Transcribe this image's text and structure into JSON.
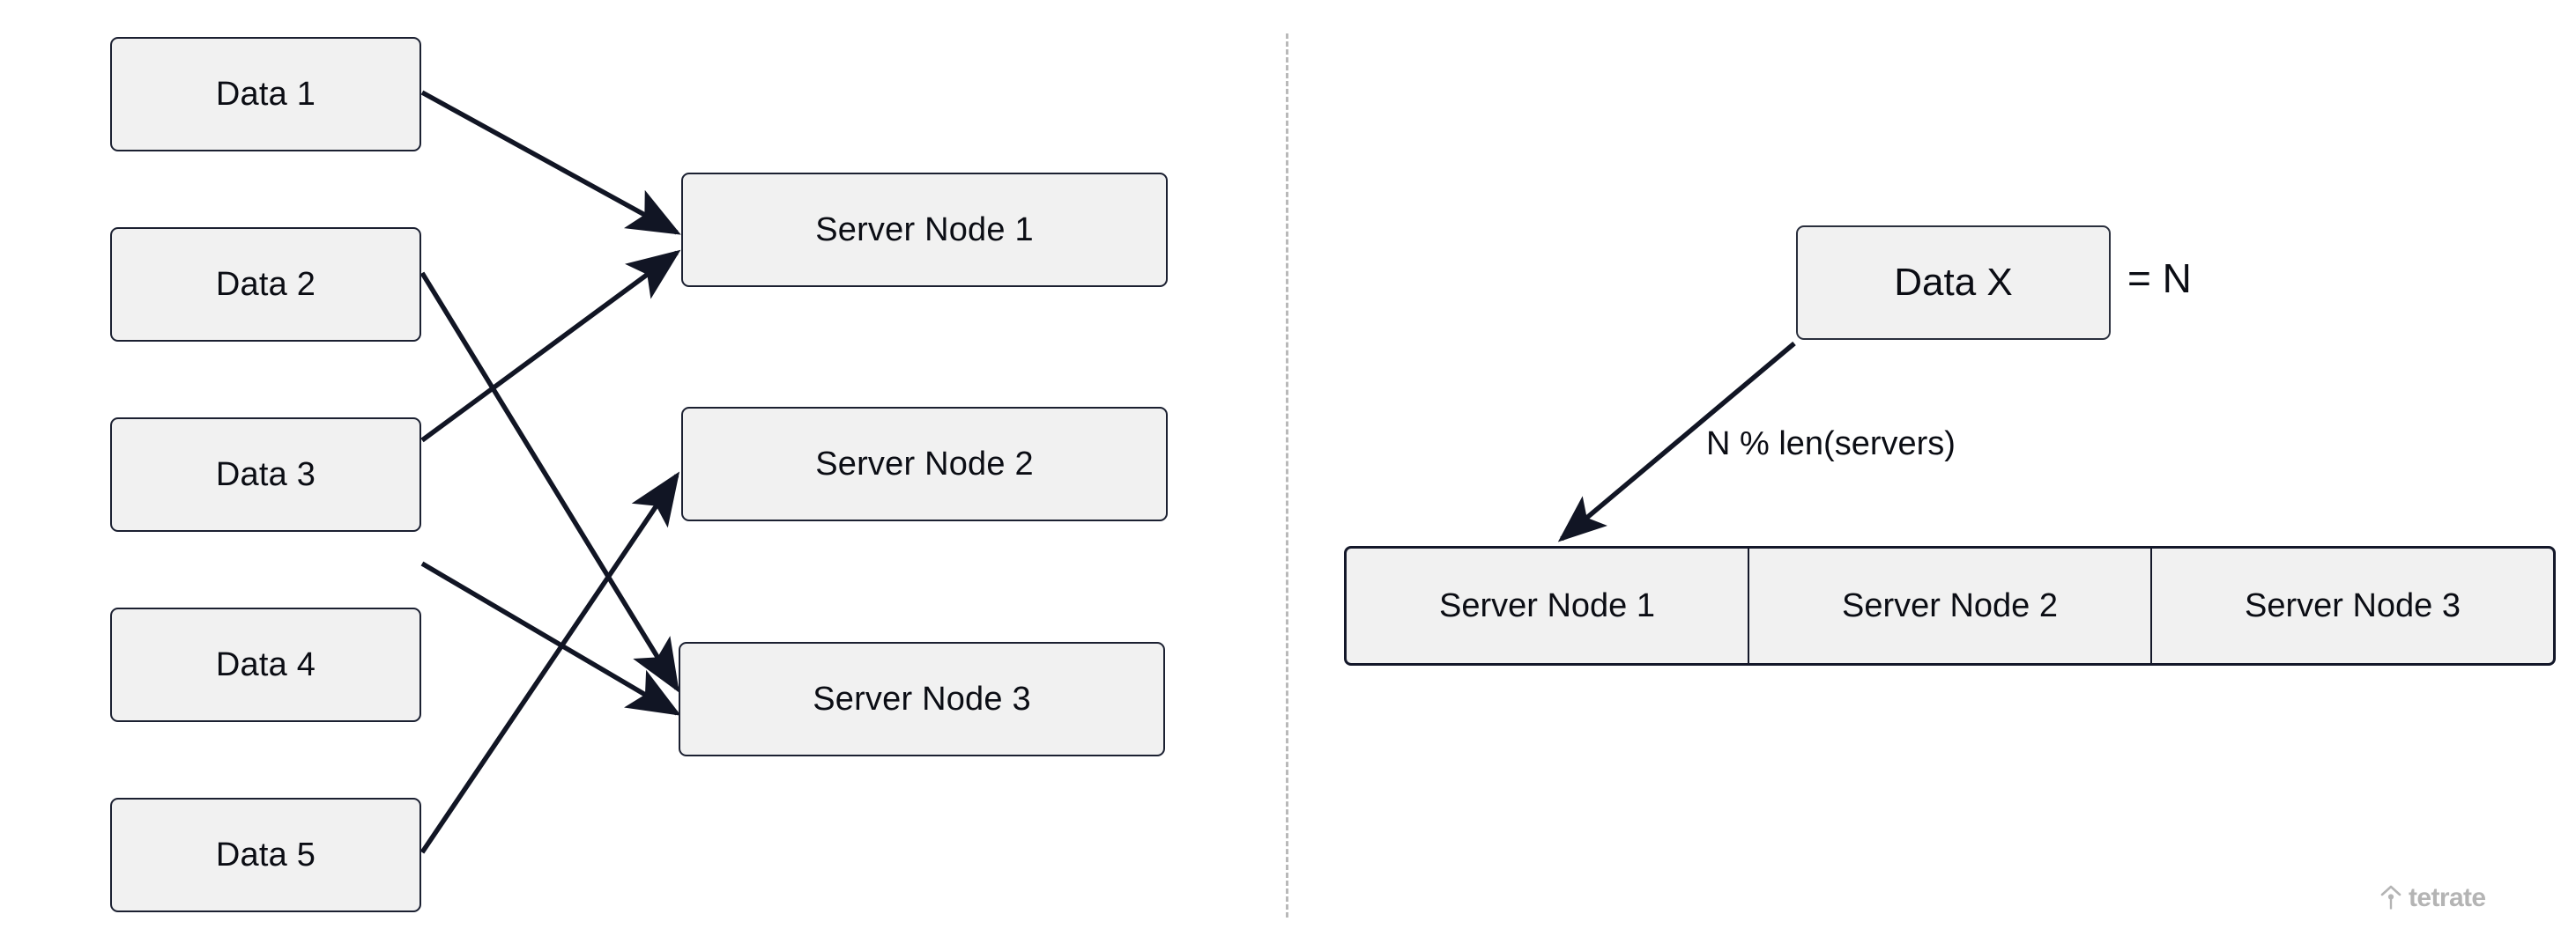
{
  "diagram": {
    "title_alt": "Load balancing: data to server node assignment",
    "colors": {
      "box_fill": "#f1f1f1",
      "box_border": "#1b2031",
      "arrow": "#111524",
      "divider": "#b9b9b9",
      "text": "#0b0d14",
      "brand": "#b4b4b4"
    }
  },
  "left_panel": {
    "data_nodes": [
      {
        "id": "data-1",
        "label": "Data 1"
      },
      {
        "id": "data-2",
        "label": "Data 2"
      },
      {
        "id": "data-3",
        "label": "Data 3"
      },
      {
        "id": "data-4",
        "label": "Data 4"
      },
      {
        "id": "data-5",
        "label": "Data 5"
      }
    ],
    "server_nodes": [
      {
        "id": "server-node-1",
        "label": "Server Node 1"
      },
      {
        "id": "server-node-2",
        "label": "Server Node 2"
      },
      {
        "id": "server-node-3",
        "label": "Server Node 3"
      }
    ],
    "edges": [
      {
        "from": "Data 1",
        "to": "Server Node 1"
      },
      {
        "from": "Data 2",
        "to": "Server Node 3"
      },
      {
        "from": "Data 3",
        "to": "Server Node 1"
      },
      {
        "from": "Data 4",
        "to": "Server Node 3"
      },
      {
        "from": "Data 5",
        "to": "Server Node 2"
      }
    ]
  },
  "right_panel": {
    "data_x_label": "Data X",
    "equals_label": "= N",
    "edge_label": "N % len(servers)",
    "server_table": {
      "cells": [
        "Server Node 1",
        "Server Node 2",
        "Server Node 3"
      ]
    }
  },
  "brand": {
    "name": "tetrate"
  }
}
